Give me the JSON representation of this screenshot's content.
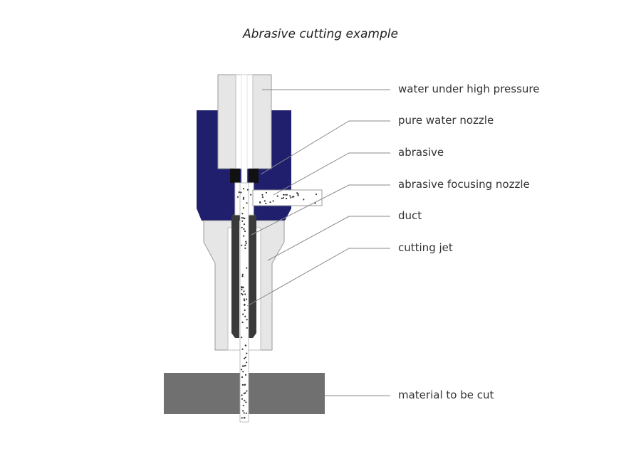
{
  "title": "Abrasive cutting example",
  "labels": {
    "water": "water under high pressure",
    "pure_nozzle": "pure water nozzle",
    "abrasive": "abrasive",
    "focusing_nozzle": "abrasive focusing nozzle",
    "duct": "duct",
    "cutting_jet": "cutting jet",
    "material": "material to be cut"
  },
  "colors": {
    "housing": "#1f1f6e",
    "tube": "#e6e6e6",
    "nozzle_black": "#111111",
    "focus_tube": "#3a3a3a",
    "material": "#707070",
    "leader": "#8a8a8a"
  }
}
